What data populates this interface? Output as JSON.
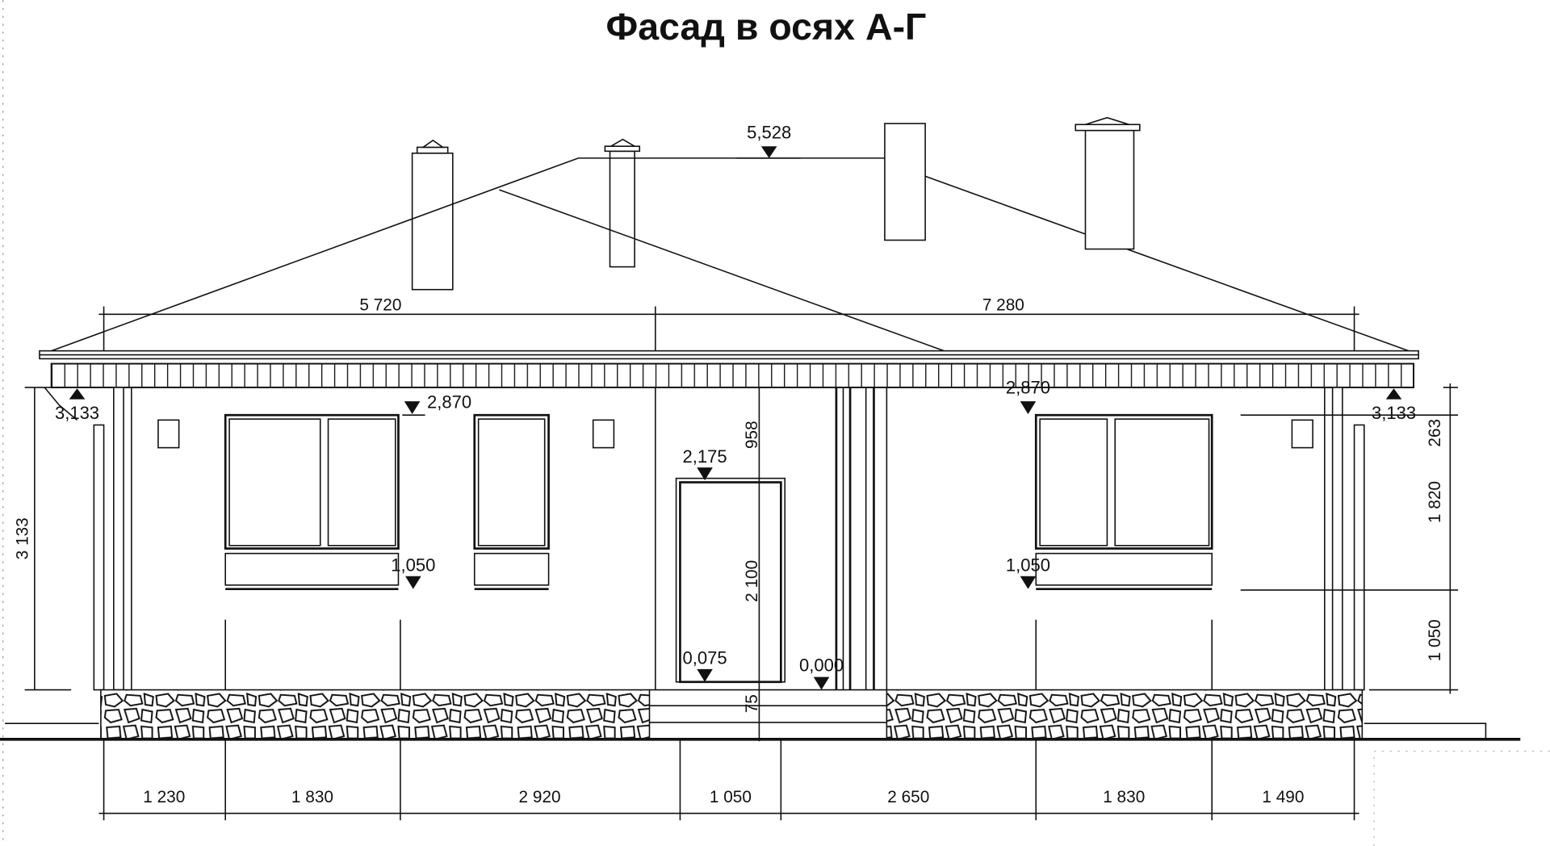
{
  "title": "Фасад в осях А-Г",
  "levels": {
    "ridge": "5,528",
    "eave_left": "3,133",
    "eave_right": "3,133",
    "window_top_left": "2,870",
    "window_top_right": "2,870",
    "door_top": "2,175",
    "sill_left": "1,050",
    "sill_right": "1,050",
    "porch": "0,075",
    "zero": "0,000"
  },
  "dimensions": {
    "top": [
      "5 720",
      "7 280"
    ],
    "bottom": [
      "1 230",
      "1 830",
      "2 920",
      "1 050",
      "2 650",
      "1 830",
      "1 490"
    ],
    "left_height": "3 133",
    "right": [
      "263",
      "1 820",
      "1 050"
    ],
    "door": [
      "958",
      "2 100",
      "75"
    ]
  }
}
